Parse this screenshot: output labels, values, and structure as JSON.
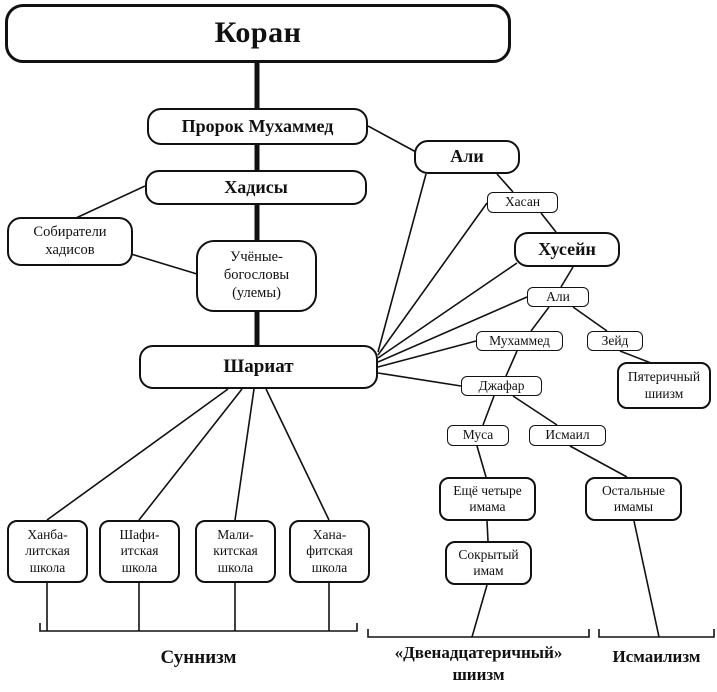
{
  "nodes": {
    "koran": "Коран",
    "prophet": "Пророк Мухаммед",
    "hadiths": "Хадисы",
    "collectors": "Собиратели\nхадисов",
    "ulema": "Учёные-\nбогословы\n(улемы)",
    "sharia": "Шариат",
    "ali_caliph": "Али",
    "hasan": "Хасан",
    "husayn": "Хусейн",
    "ali_imam": "Али",
    "muhammad_imam": "Мухаммед",
    "zayd": "Зейд",
    "fiver_shiism": "Пятеричный\nшиизм",
    "jafar": "Джафар",
    "musa": "Муса",
    "ismail": "Исмаил",
    "four_more_imams": "Ещё четыре\nимама",
    "hidden_imam": "Сокрытый\nимам",
    "remaining_imams": "Остальные\nимамы",
    "hanbali_school": "Ханба-\nлитская\nшкола",
    "shafii_school": "Шафи-\nитская\nшкола",
    "maliki_school": "Мали-\nкитская\nшкола",
    "hanafi_school": "Хана-\nфитская\nшкола"
  },
  "groups": {
    "sunnism": "Суннизм",
    "twelver_shiism": "«Двенадцатеричный»\nшиизм",
    "ismailism": "Исмаилизм"
  },
  "colors": {
    "line": "#111111",
    "fill": "#ffffff"
  }
}
